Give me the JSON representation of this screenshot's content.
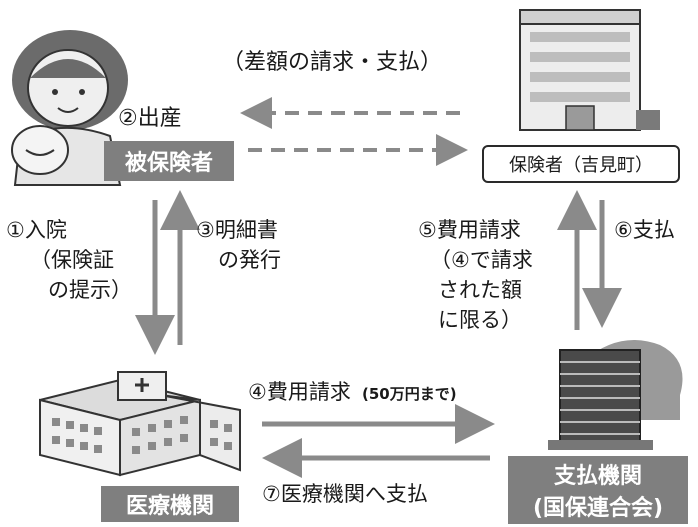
{
  "diff_note": "（差額の請求・支払）",
  "birth": "②出産",
  "insured_label": "被保険者",
  "insurer_label": "保険者（吉見町）",
  "left_down": [
    "①入院",
    "（保険証",
    "の提示）"
  ],
  "left_up": [
    "③明細書",
    "の発行"
  ],
  "right_up": [
    "⑤費用請求",
    "（④で請求",
    "された額",
    "に限る）"
  ],
  "right_down": "⑥支払",
  "bottom_claim": "④費用請求",
  "bottom_claim_note": "(50万円まで)",
  "bottom_pay": "⑦医療機関へ支払",
  "medical_label": "医療機関",
  "payer_label_1": "支払機関",
  "payer_label_2": "(国保連合会)",
  "colors": {
    "label_bg": "#7f7f7f",
    "arrow": "#8a8a8a"
  }
}
